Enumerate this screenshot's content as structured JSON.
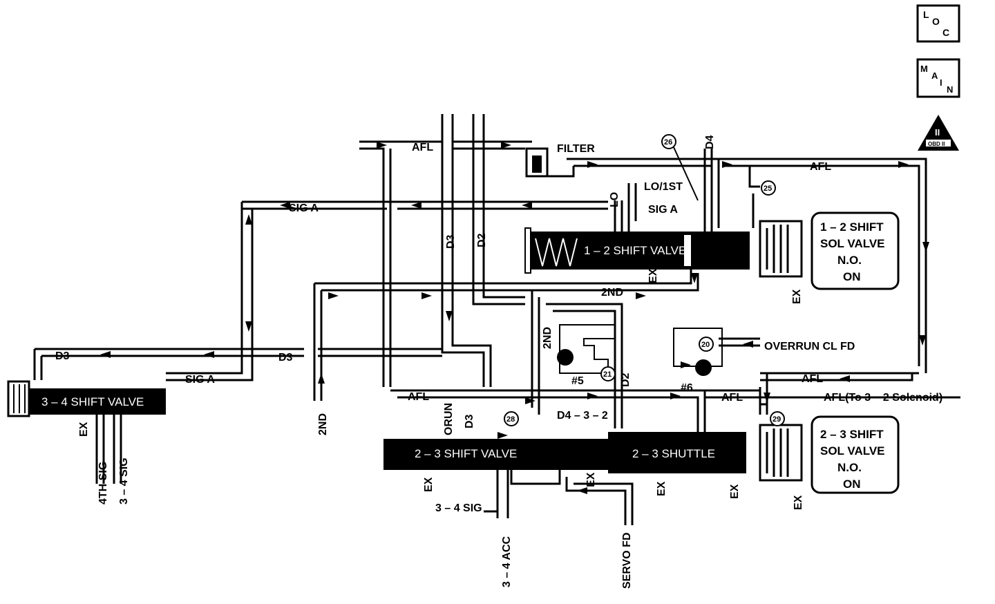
{
  "buttons": {
    "loc": "LOC",
    "main": "MAIN",
    "obd": "OBD II"
  },
  "valves": {
    "shift_12": "1 – 2 SHIFT VALVE",
    "shift_23": "2 – 3 SHIFT VALVE",
    "shuttle_23": "2 – 3 SHUTTLE",
    "shift_34": "3 – 4 SHIFT VALVE"
  },
  "solenoids": {
    "sol_12": [
      "1 – 2 SHIFT",
      "SOL VALVE",
      "N.O.",
      "ON"
    ],
    "sol_23": [
      "2 – 3 SHIFT",
      "SOL VALVE",
      "N.O.",
      "ON"
    ]
  },
  "labels": {
    "afl": "AFL",
    "filter": "FILTER",
    "sig_a": "SIG A",
    "lo_1st": "LO/1ST",
    "lo": "LO",
    "d4": "D4",
    "d3": "D3",
    "d2": "D2",
    "second": "2ND",
    "overrun_cl_fd": "OVERRUN CL FD",
    "afl_to_32": "AFL(To 3 – 2 Solenoid)",
    "d432": "D4 – 3 – 2",
    "orun": "ORUN",
    "ex": "EX",
    "sig_4th": "4TH SIG",
    "sig_34": "3 – 4 SIG",
    "acc_34": "3 – 4 ACC",
    "servo_fd": "SERVO FD",
    "check5": "#5",
    "check6": "#6"
  },
  "circles": {
    "c25": "25",
    "c26": "26",
    "c20": "20",
    "c21": "21",
    "c28": "28",
    "c29": "29"
  }
}
